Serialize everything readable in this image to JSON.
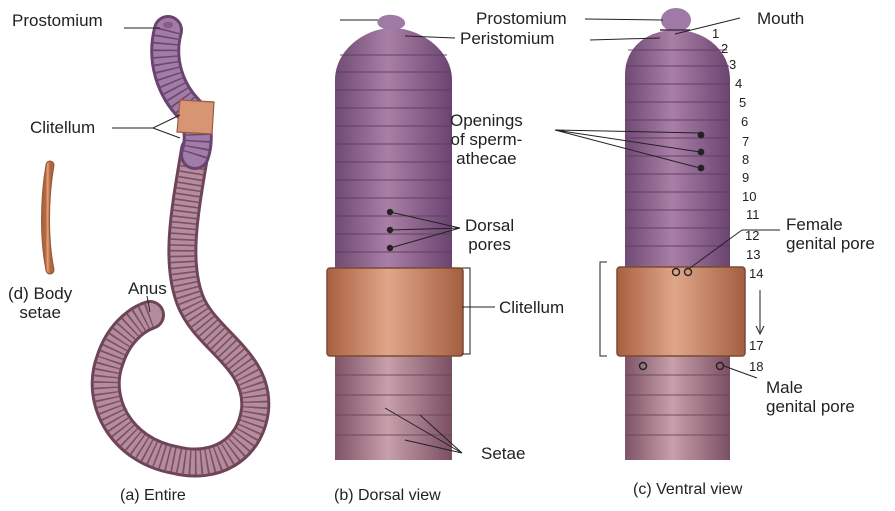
{
  "labels": {
    "prostomium_a": "Prostomium",
    "clitellum_a": "Clitellum",
    "anus": "Anus",
    "body_setae": "(d) Body\nsetae",
    "prostomium_b": "Prostomium",
    "peristomium": "Peristomium",
    "sperm_openings": "Openings\nof sperm-\nathecae",
    "dorsal_pores": "Dorsal\npores",
    "clitellum_b": "Clitellum",
    "setae": "Setae",
    "mouth": "Mouth",
    "female_pore": "Female\ngenital pore",
    "male_pore": "Male\ngenital pore"
  },
  "segments": [
    "1",
    "2",
    "3",
    "4",
    "5",
    "6",
    "7",
    "8",
    "9",
    "10",
    "11",
    "12",
    "13",
    "14",
    "17",
    "18"
  ],
  "captions": {
    "a": "(a) Entire",
    "b": "(b) Dorsal view",
    "c": "(c) Ventral view"
  },
  "colors": {
    "body_purple": "#9a6a96",
    "clitellum": "#c8866a",
    "posterior": "#a8788a"
  }
}
